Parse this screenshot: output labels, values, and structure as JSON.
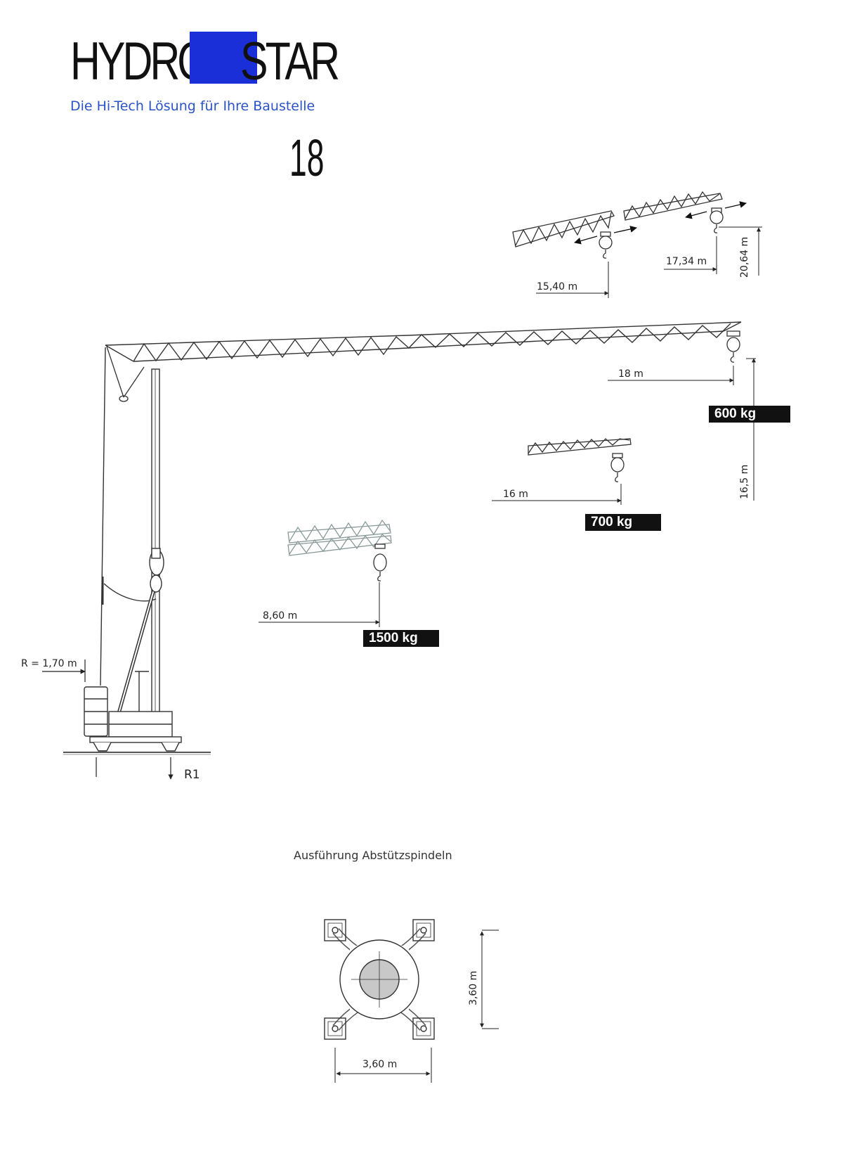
{
  "logo": {
    "word_left": "HYDRO",
    "word_right": "STAR",
    "accent_color": "#1a2fd8",
    "tagline": "Die Hi-Tech Lösung für Ihre Baustelle"
  },
  "model_number": "18",
  "dimensions": {
    "jib_short_radius": "15,40 m",
    "jib_mid_radius": "17,34 m",
    "max_hook_height": "20,64 m",
    "full_radius": "18 m",
    "hook_height": "16,5 m",
    "radius_16": "16 m",
    "radius_860": "8,60 m",
    "counterweight_radius": "R = 1,70 m",
    "reaction": "R1",
    "base_height": "3,60 m",
    "base_width": "3,60 m"
  },
  "loads": {
    "at_18m": "600 kg",
    "at_16m": "700 kg",
    "at_860": "1500 kg"
  },
  "base_caption": "Ausführung Abstützspindeln"
}
